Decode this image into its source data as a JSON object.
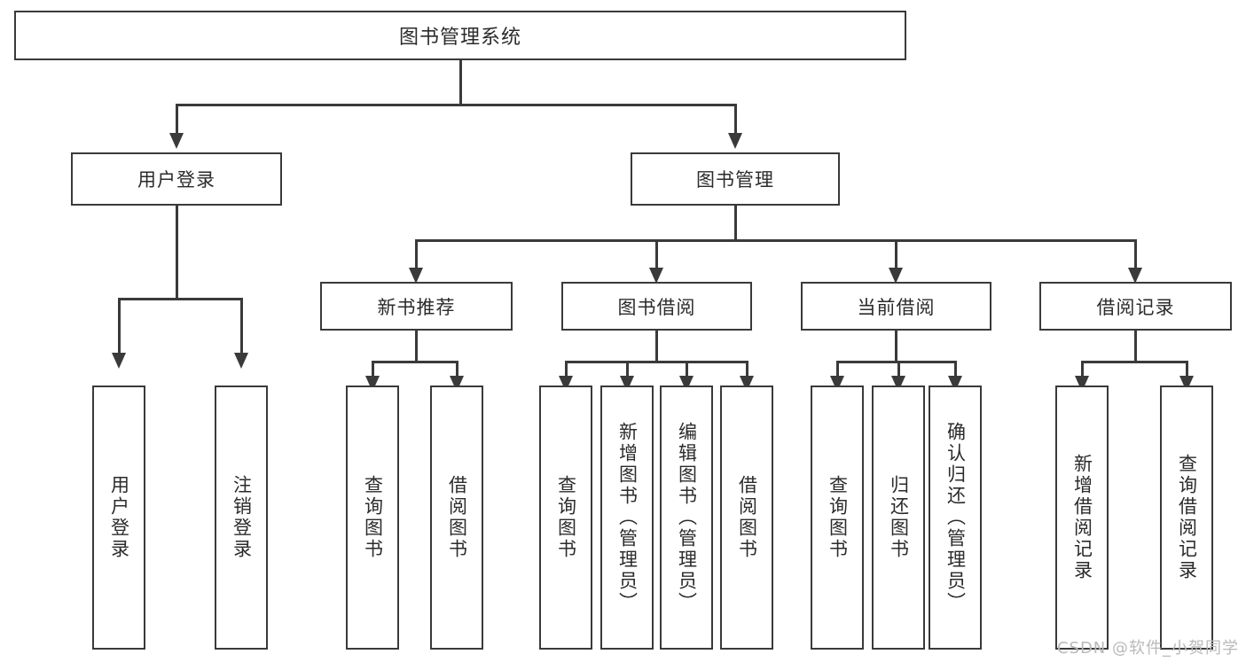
{
  "diagram": {
    "title": "图书管理系统",
    "type": "functional-structure-tree",
    "watermark": "CSDN @软件_小贺同学",
    "colors": {
      "stroke": "#3a3a3a",
      "fill": "#ffffff",
      "text": "#2b2b2b",
      "watermark": "#b9b9b9"
    }
  },
  "root": {
    "label": "图书管理系统"
  },
  "level1": [
    {
      "label": "用户登录"
    },
    {
      "label": "图书管理"
    }
  ],
  "level2": [
    {
      "label": "新书推荐"
    },
    {
      "label": "图书借阅"
    },
    {
      "label": "当前借阅"
    },
    {
      "label": "借阅记录"
    }
  ],
  "leaves": {
    "user_login": [
      {
        "label": "用户登录"
      },
      {
        "label": "注销登录"
      }
    ],
    "new_book_recommend": [
      {
        "label": "查询图书"
      },
      {
        "label": "借阅图书"
      }
    ],
    "book_borrow": [
      {
        "label": "查询图书"
      },
      {
        "label": "新增图书（管理员）"
      },
      {
        "label": "编辑图书（管理员）"
      },
      {
        "label": "借阅图书"
      }
    ],
    "current_borrow": [
      {
        "label": "查询图书"
      },
      {
        "label": "归还图书"
      },
      {
        "label": "确认归还（管理员）"
      }
    ],
    "borrow_record": [
      {
        "label": "新增借阅记录"
      },
      {
        "label": "查询借阅记录"
      }
    ]
  }
}
